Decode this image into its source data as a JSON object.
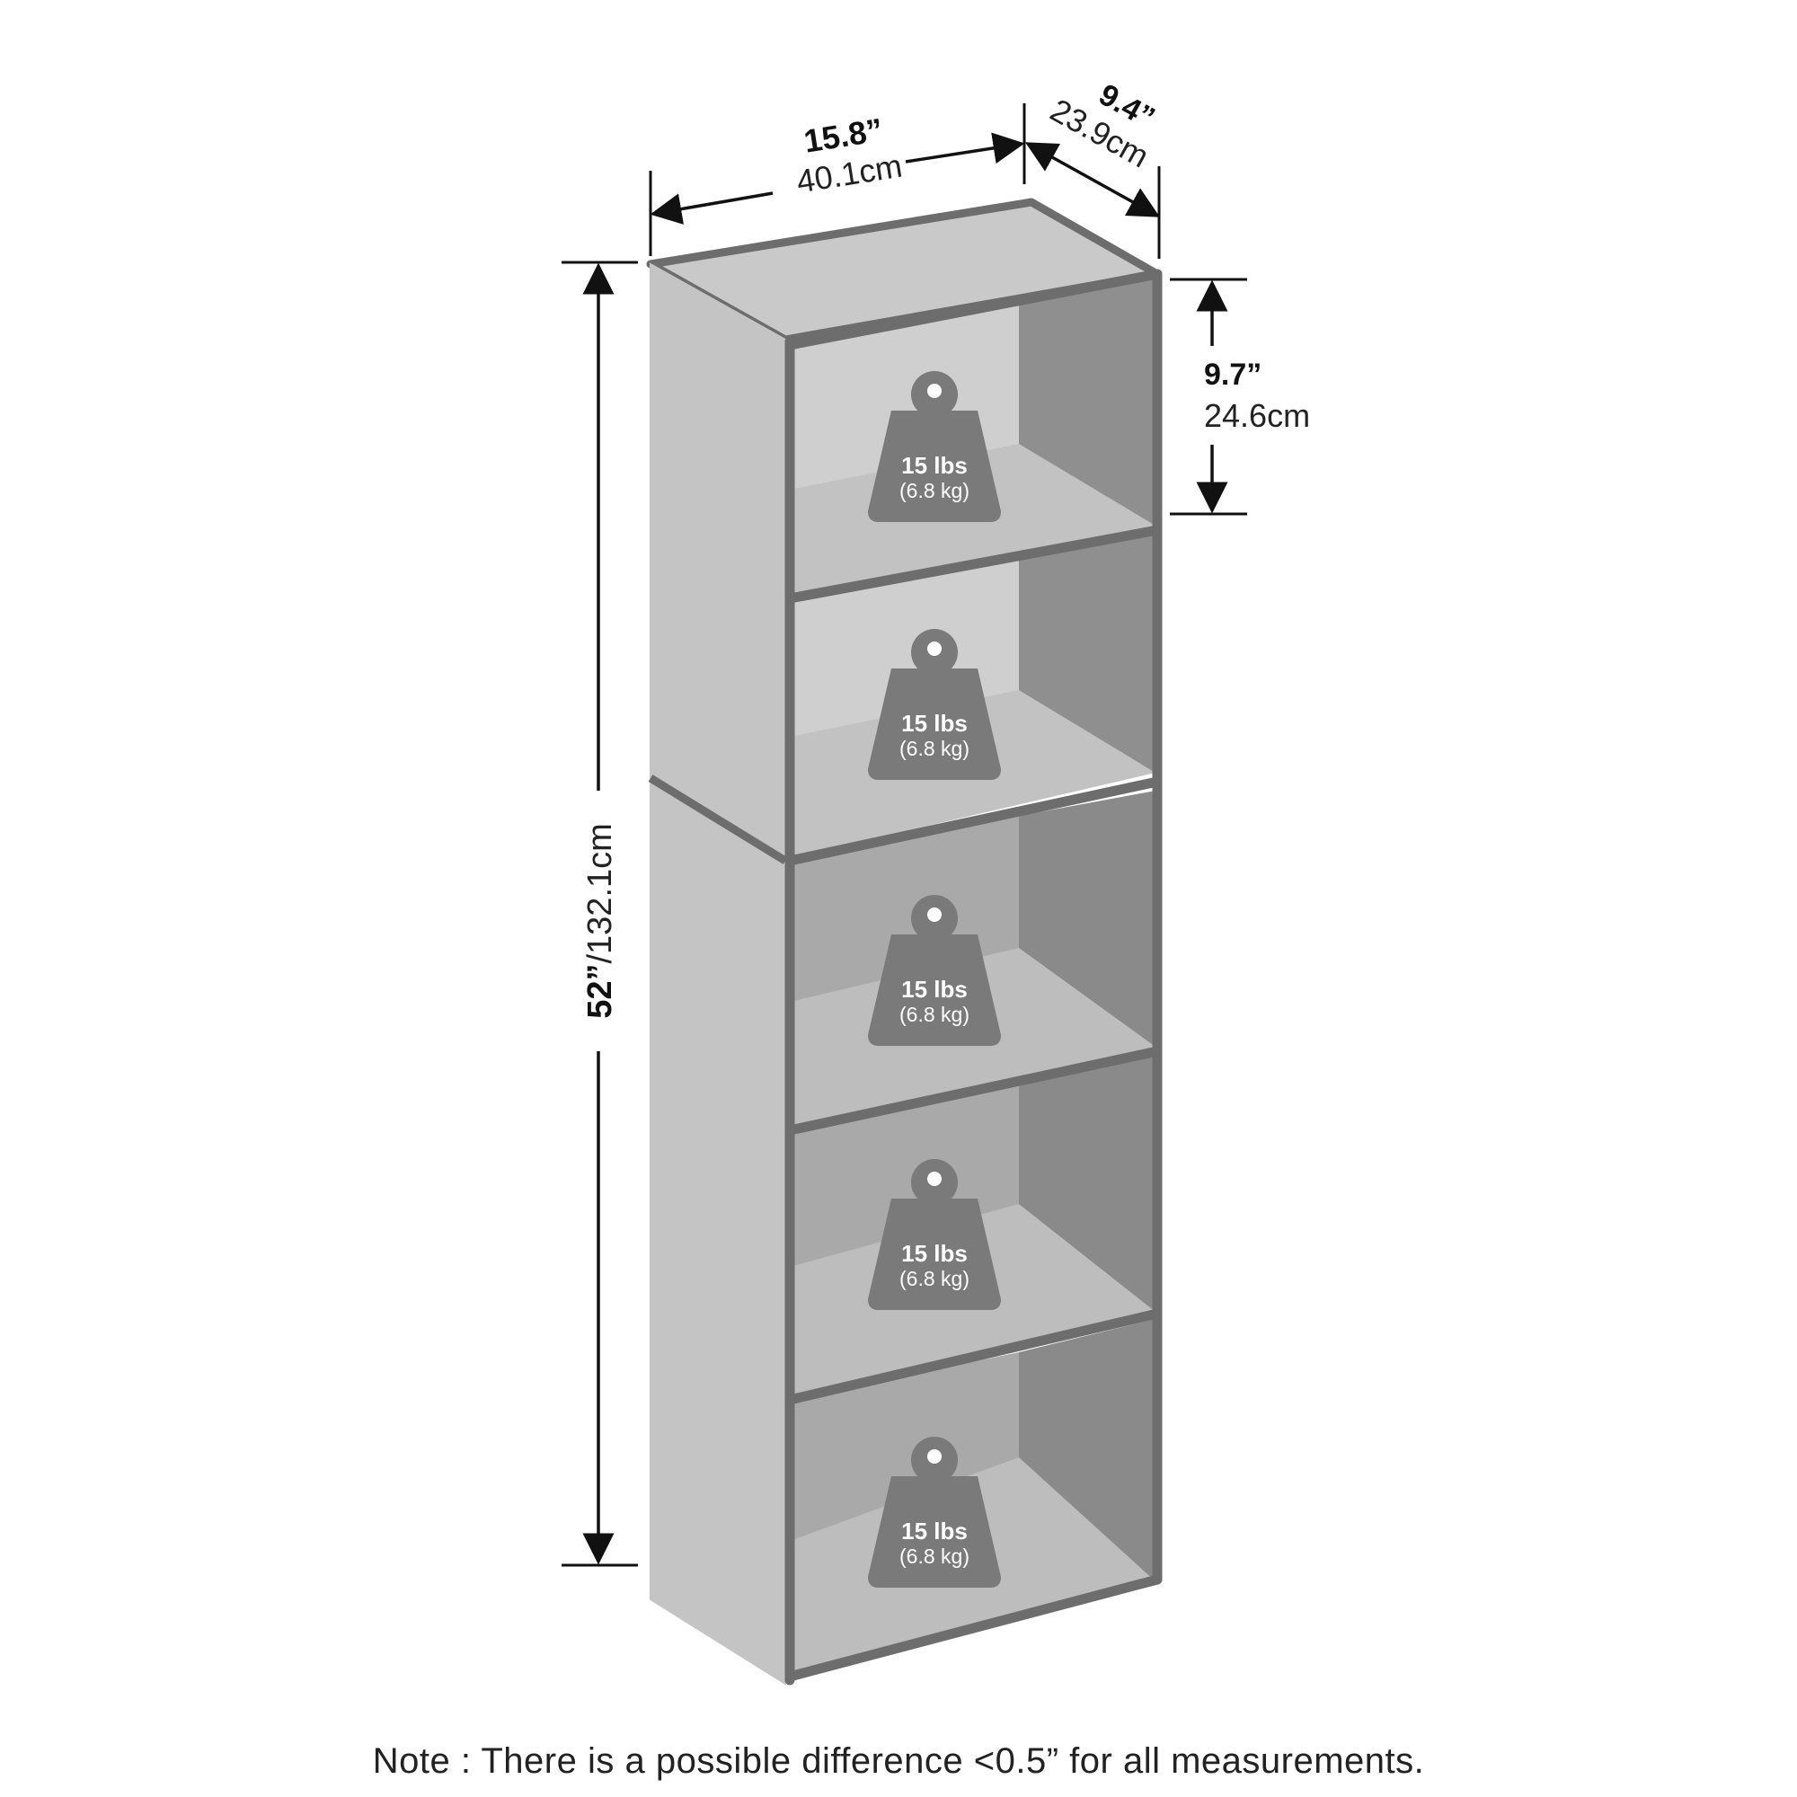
{
  "dimensions": {
    "width": {
      "inches": "15.8”",
      "cm": "40.1cm"
    },
    "depth": {
      "inches": "9.4”",
      "cm": "23.9cm"
    },
    "shelf_height": {
      "inches": "9.7”",
      "cm": "24.6cm"
    },
    "height": {
      "inches": "52”",
      "cm": "/132.1cm"
    }
  },
  "shelves": [
    {
      "weight_lbs": "15 lbs",
      "weight_kg": "(6.8 kg)"
    },
    {
      "weight_lbs": "15 lbs",
      "weight_kg": "(6.8 kg)"
    },
    {
      "weight_lbs": "15 lbs",
      "weight_kg": "(6.8 kg)"
    },
    {
      "weight_lbs": "15 lbs",
      "weight_kg": "(6.8 kg)"
    },
    {
      "weight_lbs": "15 lbs",
      "weight_kg": "(6.8 kg)"
    }
  ],
  "note": "Note : There is a possible difference <0.5” for all measurements.",
  "colors": {
    "edge": "#6d6d6d",
    "side_panel": "#c4c4c4",
    "weight_icon": "#7a7a7a"
  }
}
